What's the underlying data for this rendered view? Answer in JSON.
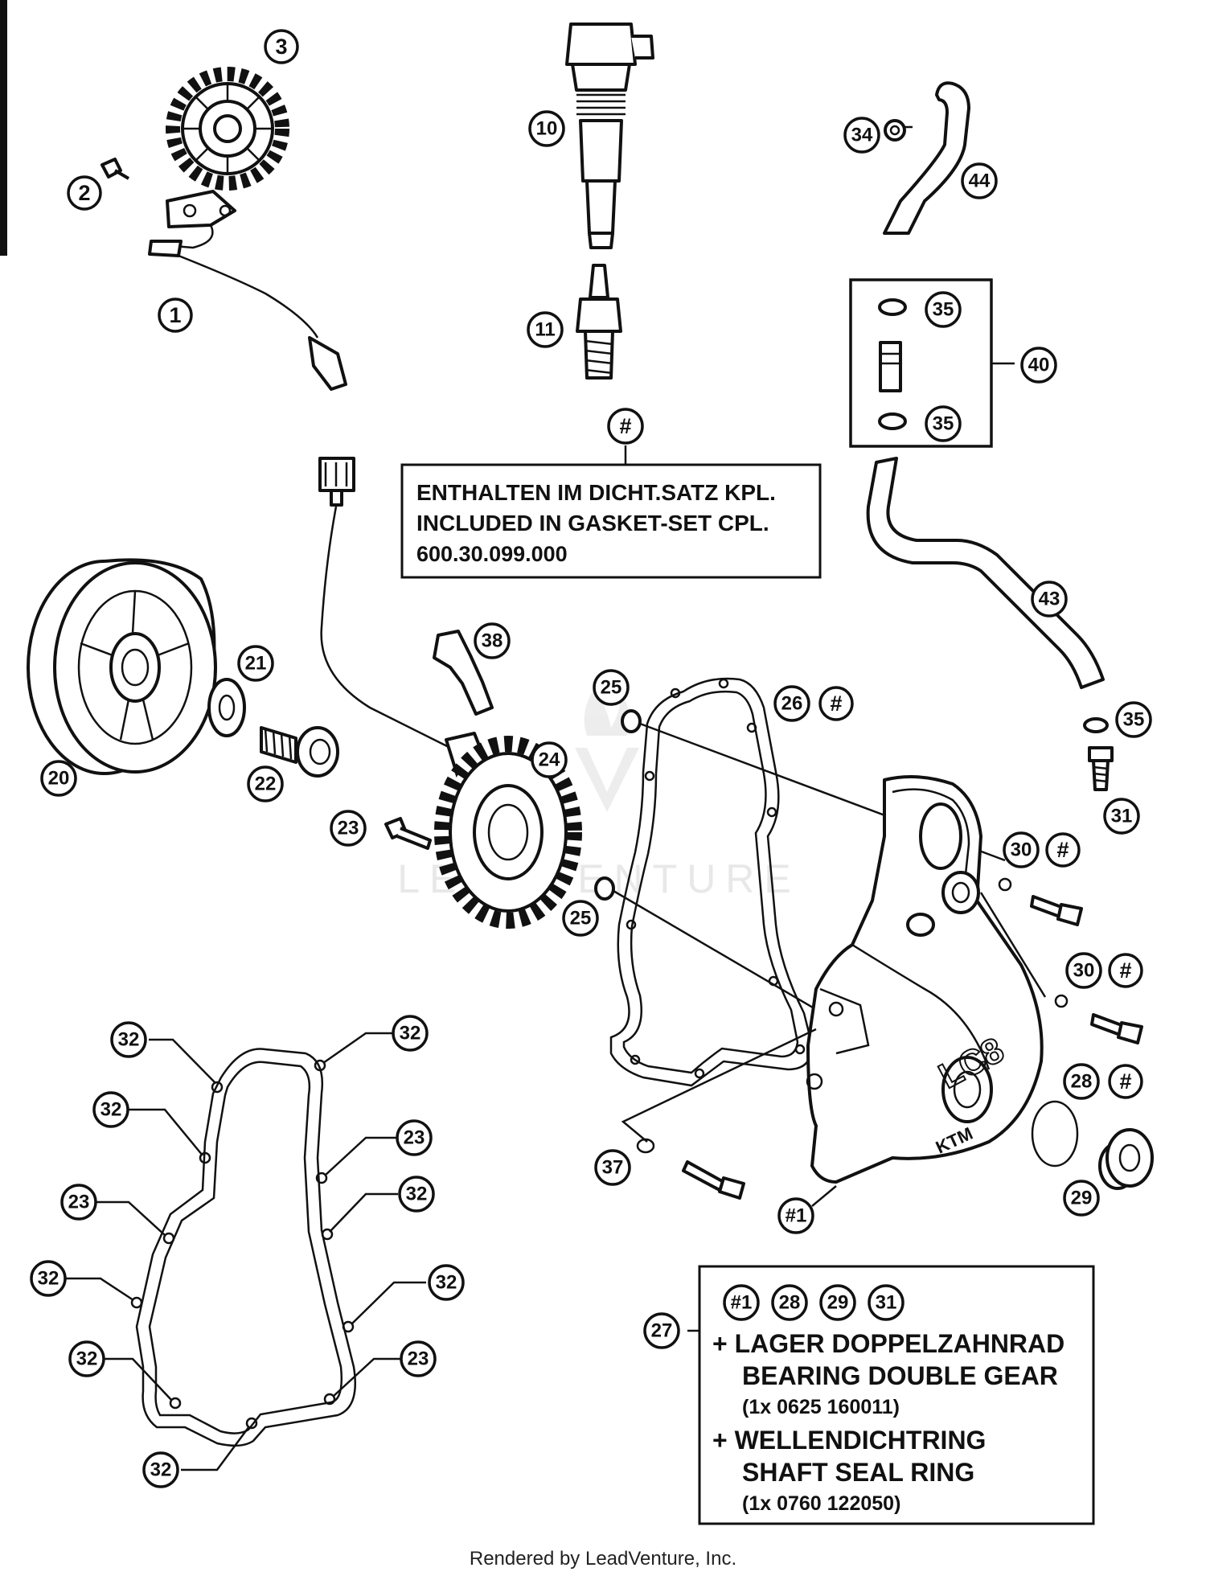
{
  "callouts": {
    "c1": "1",
    "c2": "2",
    "c3": "3",
    "c10": "10",
    "c11": "11",
    "c34": "34",
    "c44": "44",
    "c35a": "35",
    "c35b": "35",
    "c40": "40",
    "chash_top": "#",
    "c43": "43",
    "c38": "38",
    "c20": "20",
    "c21": "21",
    "c22": "22",
    "c24": "24",
    "c23": "23",
    "c25a": "25",
    "c26": "26",
    "chash26": "#",
    "c35c": "35",
    "c31": "31",
    "c30a": "30",
    "chash30a": "#",
    "c25b": "25",
    "c30b": "30",
    "chash30b": "#",
    "c28": "28",
    "chash28": "#",
    "c29": "29",
    "c37": "37",
    "c1hash": "#1",
    "c27": "27",
    "g32a": "32",
    "g32b": "32",
    "g32c": "32",
    "g23a": "23",
    "g32d": "32",
    "g23b": "23",
    "g32e": "32",
    "g32f": "32",
    "g32g": "32",
    "g23c": "23",
    "g32h": "32",
    "k1": "#1",
    "k28": "28",
    "k29": "29",
    "k31": "31"
  },
  "gasket_box": {
    "line1": "ENTHALTEN IM DICHT.SATZ KPL.",
    "line2": "INCLUDED IN GASKET-SET CPL.",
    "line3": "600.30.099.000"
  },
  "kit_box": {
    "item1_de": "+ LAGER DOPPELZAHNRAD",
    "item1_en": "BEARING DOUBLE GEAR",
    "item1_pn": "(1x 0625 160011)",
    "item2_de": "+ WELLENDICHTRING",
    "item2_en": "SHAFT SEAL RING",
    "item2_pn": "(1x 0760 122050)"
  },
  "cover_text": {
    "logo": "LC8",
    "brand": "KTM"
  },
  "watermark": "LEADVENTURE",
  "footer": "Rendered by LeadVenture, Inc."
}
